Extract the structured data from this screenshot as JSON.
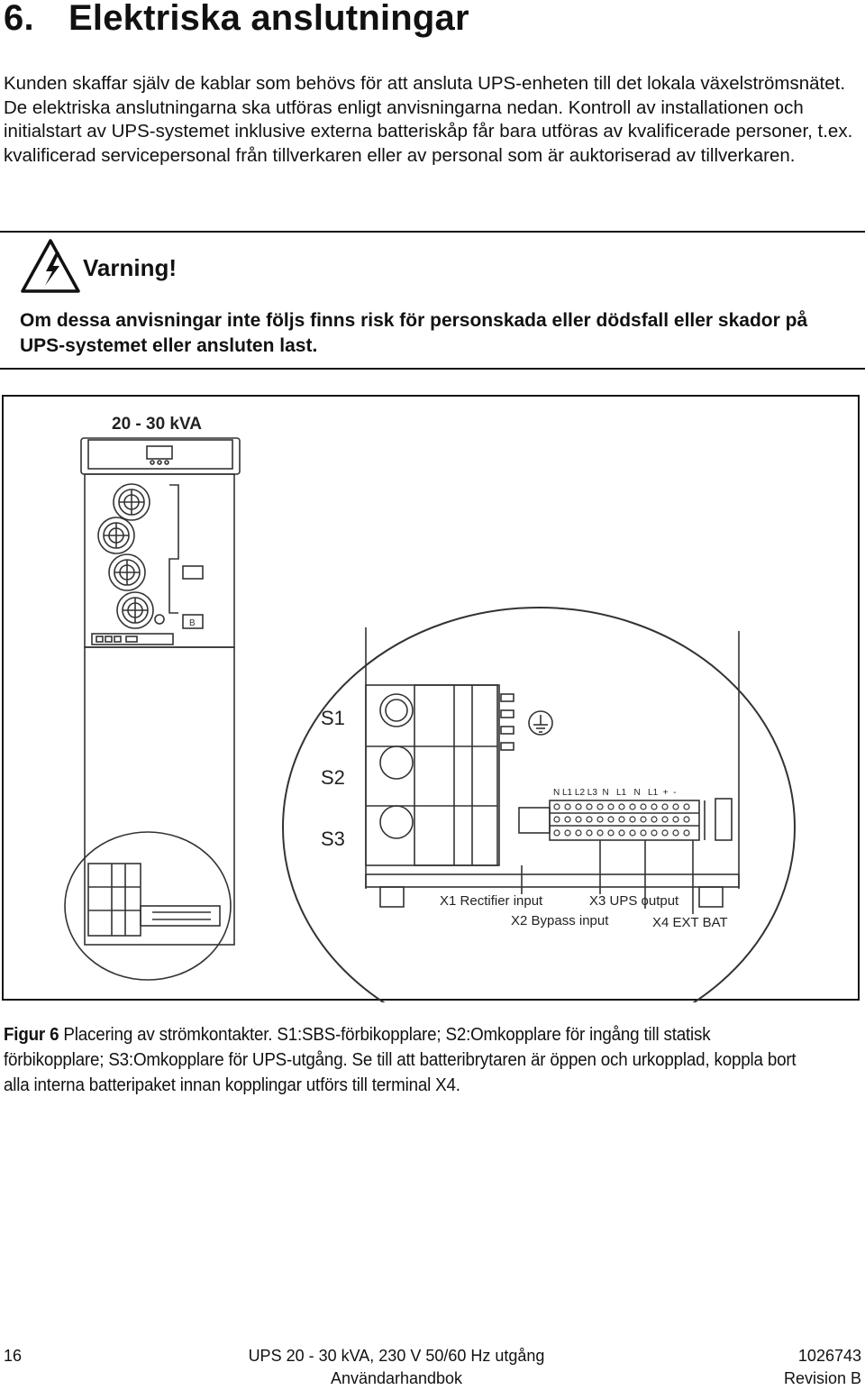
{
  "heading": {
    "number": "6.",
    "title": "Elektriska anslutningar"
  },
  "intro": "Kunden skaffar själv de kablar som behövs för att ansluta UPS-enheten till det lokala växelströmsnätet. De elektriska anslutningarna ska utföras enligt anvisningarna nedan. Kontroll av installationen och initialstart av UPS-systemet inklusive externa batteriskåp får bara utföras av kvalificerade personer, t.ex. kvalificerad servicepersonal från tillverkaren eller av personal som är auktoriserad av tillverkaren.",
  "warning": {
    "icon": "electrical-hazard-icon",
    "title": "Varning!",
    "text": "Om dessa anvisningar inte följs finns risk för personskada eller dödsfall eller skador på UPS-systemet eller ansluten last."
  },
  "figure": {
    "model_label": "20 - 30 kVA",
    "switch_labels": [
      "S1",
      "S2",
      "S3"
    ],
    "terminal_header": "N L1 L2 L3  N   L1   N   L1  +  -",
    "terminals": {
      "x1": "X1 Rectifier input",
      "x2": "X2 Bypass input",
      "x3": "X3 UPS output",
      "x4": "X4 EXT BAT"
    },
    "cabinet_badge": "B"
  },
  "caption": {
    "label": "Figur 6",
    "text": "Placering av strömkontakter. S1:SBS-förbikopplare; S2:Omkopplare för ingång till statisk förbikopplare; S3:Omkopplare för UPS-utgång. Se till att batteribrytaren är öppen och urkopplad, koppla bort alla interna batteripaket innan kopplingar utförs till terminal X4."
  },
  "footer": {
    "page_number": "16",
    "product_line1": "UPS 20 - 30 kVA, 230 V 50/60 Hz utgång",
    "product_line2": "Användarhandbok",
    "doc_number": "1026743",
    "revision": "Revision B"
  }
}
